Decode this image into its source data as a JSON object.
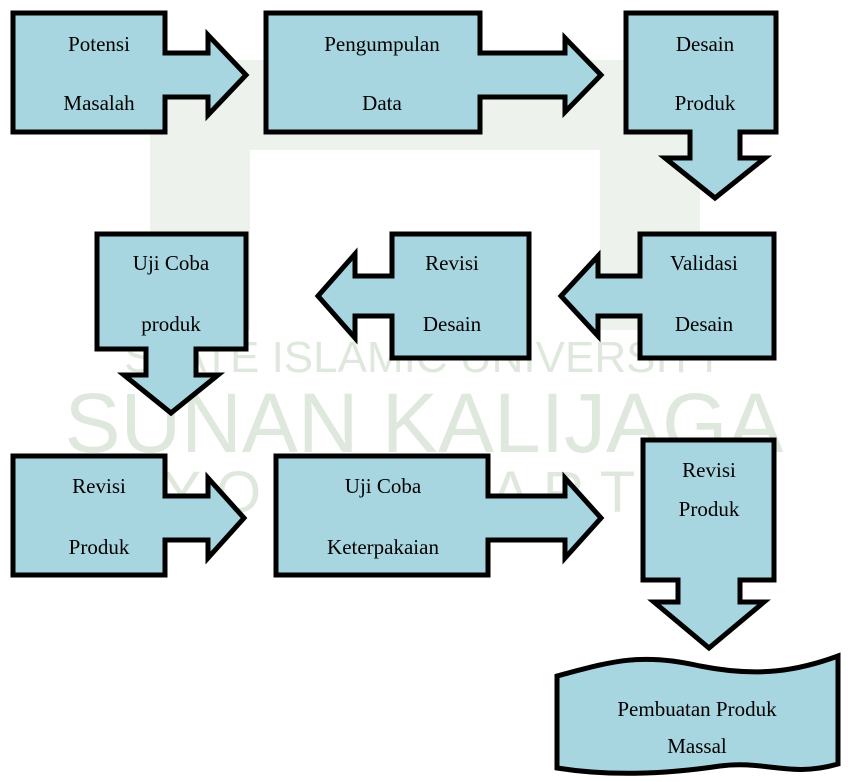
{
  "watermark": {
    "line1": "STATE ISLAMIC UNIVERSITY",
    "line2": "SUNAN KALIJAGA",
    "line3": "Y O G Y A K A R T A"
  },
  "nodes": {
    "potensi_masalah": {
      "line1": "Potensi",
      "line2": "Masalah"
    },
    "pengumpulan_data": {
      "line1": "Pengumpulan",
      "line2": "Data"
    },
    "desain_produk": {
      "line1": "Desain",
      "line2": "Produk"
    },
    "validasi_desain": {
      "line1": "Validasi",
      "line2": "Desain"
    },
    "revisi_desain": {
      "line1": "Revisi",
      "line2": "Desain"
    },
    "uji_coba_produk": {
      "line1": "Uji Coba",
      "line2": "produk"
    },
    "revisi_produk_1": {
      "line1": "Revisi",
      "line2": "Produk"
    },
    "uji_coba_keterpakaian": {
      "line1": "Uji Coba",
      "line2": "Keterpakaian"
    },
    "revisi_produk_2": {
      "line1": "Revisi",
      "line2": "Produk"
    },
    "pembuatan_produk_massal": {
      "line1": "Pembuatan Produk",
      "line2": "Massal"
    }
  },
  "colors": {
    "fill": "#a7d6e0",
    "stroke": "#000000",
    "watermark": "#dfe8dd"
  }
}
